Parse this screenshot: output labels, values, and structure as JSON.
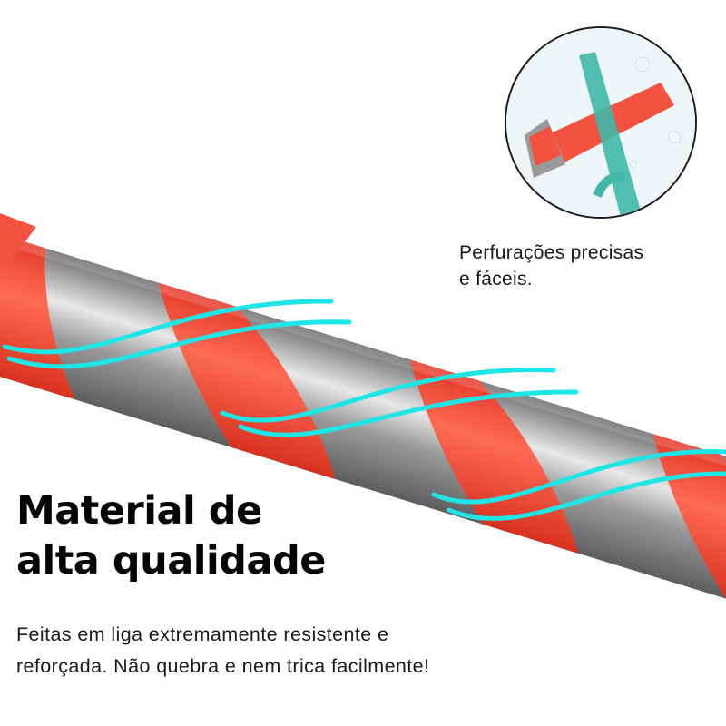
{
  "inset": {
    "title": "Perfurações precisas e fáceis.",
    "caption_lines": [
      "Perfurações precisas",
      "e fáceis."
    ]
  },
  "headline": {
    "lines": [
      "Material de",
      "alta qualidade"
    ]
  },
  "description": {
    "lines": [
      "Feitas em liga extremamente resistente e",
      "reforçada. Não quebra e nem trica facilmente!"
    ]
  },
  "colors": {
    "drill_red": "#f2523f",
    "drill_silver": "#a8a8a8",
    "motion_lines": "#1fe6e6",
    "glass_teal": "#3fb8aa",
    "text": "#111111",
    "background": "#ffffff"
  }
}
